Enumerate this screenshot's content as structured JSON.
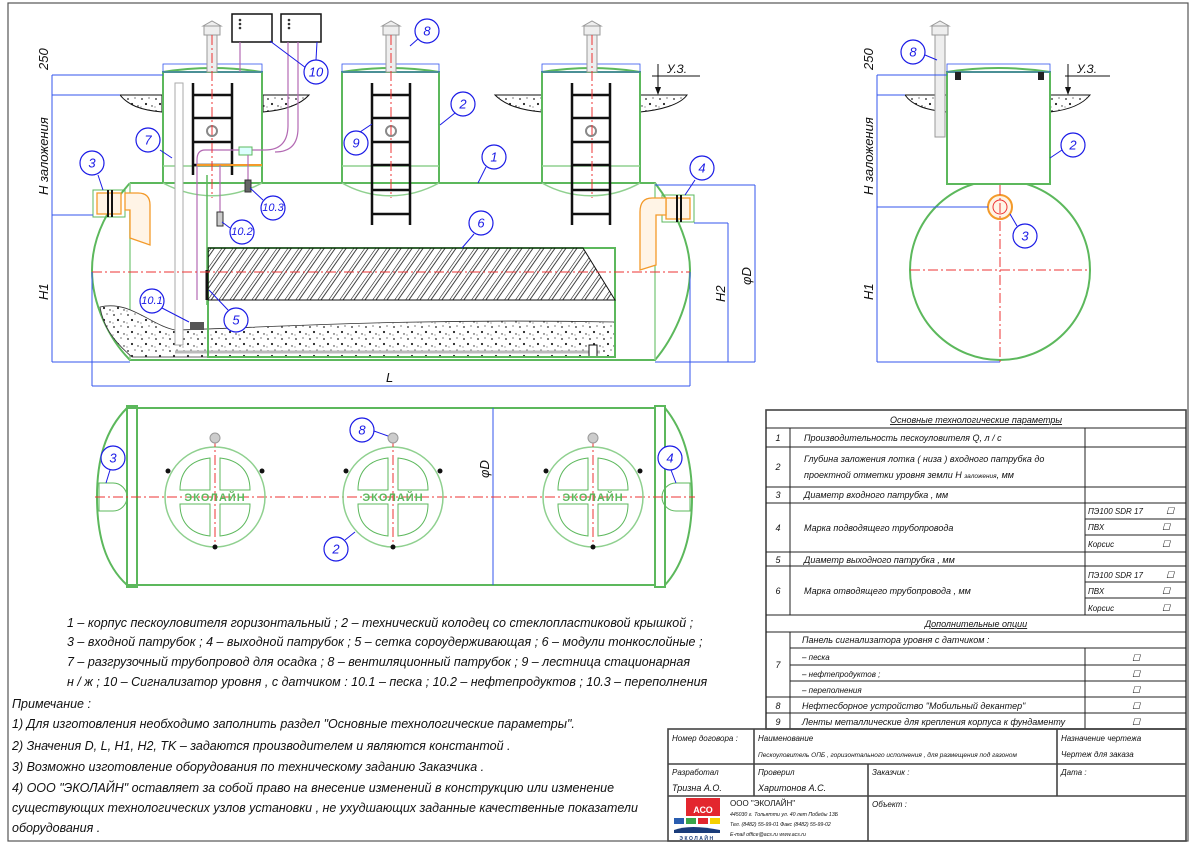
{
  "callouts": {
    "c1": "1",
    "c2": "2",
    "c3": "3",
    "c4": "4",
    "c5": "5",
    "c6": "6",
    "c7": "7",
    "c8": "8",
    "c9": "9",
    "c10": "10",
    "c10_1": "10.1",
    "c10_2": "10.2",
    "c10_3": "10.3"
  },
  "dimensions": {
    "d250": "250",
    "h_zal": "H заложения",
    "h1": "H1",
    "h2": "H2",
    "l": "L",
    "phi_d": "φD",
    "uz": "У.З."
  },
  "plan_cover_text": "ЭКОЛАЙН",
  "legend": [
    "1 – корпус пескоуловителя горизонтальный ; 2 – технический колодец со стеклопластиковой крышкой ;",
    "3 – входной патрубок ; 4 – выходной патрубок ; 5 – сетка сороудерживающая ; 6 – модули тонкослойные ;",
    "7 – разгрузочный трубопровод для осадка ; 8 – вентиляционный патрубок ; 9 – лестница стационарная",
    "н / ж ; 10 – Сигнализатор уровня , с датчиком : 10.1 – песка ; 10.2 – нефтепродуктов ; 10.3 – переполнения"
  ],
  "notes": {
    "title": "Примечание :",
    "items": [
      "1) Для изготовления необходимо заполнить раздел \"Основные технологические параметры\".",
      "2) Значения D, L, H1, H2, TK – задаются производителем и являются константой .",
      "3) Возможно изготовление оборудования по техническому заданию Заказчика .",
      "4) ООО \"ЭКОЛАЙН\" оставляет за собой право на внесение изменений в конструкцию или изменение",
      "существующих технологических узлов установки , не ухудшающих заданные качественные показатели",
      "оборудования ."
    ]
  },
  "params_table": {
    "title": "Основные технологические параметры",
    "rows": [
      {
        "n": "1",
        "text": "Производительность пескоуловителя Q, л / с"
      },
      {
        "n": "2",
        "text": "Глубина заложения лотка ( низа ) входного патрубка до",
        "text2": "проектной отметки уровня земли H",
        "sub": "заложения",
        "tail": ", мм"
      },
      {
        "n": "3",
        "text": "Диаметр входного патрубка , мм"
      },
      {
        "n": "4",
        "text": "Марка подводящего трубопровода",
        "options": [
          "ПЭ100 SDR 17",
          "ПВХ",
          "Корсис"
        ]
      },
      {
        "n": "5",
        "text": "Диаметр выходного патрубка , мм"
      },
      {
        "n": "6",
        "text": "Марка отводящего трубопровода , мм",
        "options": [
          "ПЭ100 SDR 17",
          "ПВХ",
          "Корсис"
        ]
      }
    ],
    "options_title": "Дополнительные опции",
    "option_rows": [
      {
        "n": "7",
        "text": "Панель сигнализатора уровня с датчиком :",
        "subs": [
          "– песка",
          "– нефтепродуктов ;",
          "– переполнения"
        ]
      },
      {
        "n": "8",
        "text": "Нефтесборное устройство \"Мобильный декантер\""
      },
      {
        "n": "9",
        "text": "Ленты металлические для крепления корпуса к фундаменту"
      }
    ],
    "checkbox": "☐"
  },
  "title_block": {
    "contract_label": "Номер договора :",
    "name_label": "Наименование",
    "name_value": "Пескоуловитель ОПБ , горизонтального исполнения , для размещения под газоном",
    "purpose_label": "Назначение чертежа",
    "purpose_value": "Чертеж для заказа",
    "developed_label": "Разработал",
    "developed_value": "Тризна А.О.",
    "checked_label": "Проверил",
    "checked_value": "Харитонов А.С.",
    "customer_label": "Заказчик :",
    "date_label": "Дата :",
    "object_label": "Объект :",
    "company": "ООО \"ЭКОЛАЙН\"",
    "address": "445030 г. Тольятти ул. 40 лет Победы 13Б",
    "phone": "Тел. (8482) 55-99-01 Факс (8482) 55-99-02",
    "email": "E-mail office@acs.ru  www.acs.ru",
    "logo_text": "АСО",
    "logo_sub": "ЭКОЛАЙН"
  },
  "colors": {
    "body": "#5cb85c",
    "dimension": "#3355ee",
    "axis": "#ee3333",
    "pipe": "#f39a2a",
    "signal": "#b36ab3",
    "logo_red": "#e3262e"
  }
}
